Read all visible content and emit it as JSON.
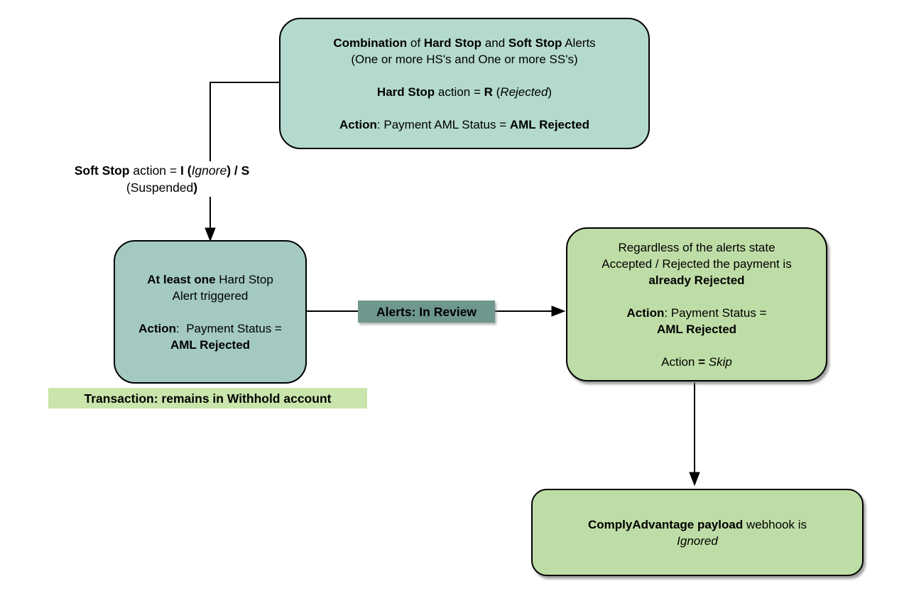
{
  "diagram": {
    "colors": {
      "background": "#ffffff",
      "node_teal_light": "#b4d9cf",
      "node_teal_mid": "#a3c9c1",
      "node_green": "#bedda6",
      "label_green": "#c9e5ab",
      "label_dark_teal": "#6e978e",
      "stroke": "#000000"
    },
    "nodes": {
      "combination": {
        "line1": [
          "Combination",
          " of ",
          "Hard Stop",
          " and ",
          "Soft Stop",
          " Alerts"
        ],
        "line2": "(One or more HS's and One or more SS's)",
        "line3": [
          "Hard Stop",
          " action = ",
          "R",
          " (",
          "Rejected",
          ")"
        ],
        "line4": [
          "Action",
          ": Payment AML Status = ",
          "AML Rejected"
        ]
      },
      "hardstop": {
        "line1": [
          "At least one",
          " Hard Stop"
        ],
        "line2": "Alert triggered",
        "line3": [
          "Action",
          ":  Payment Status ="
        ],
        "line4": "AML Rejected"
      },
      "regardless": {
        "line1": "Regardless of the alerts state",
        "line2": "Accepted / Rejected the payment is",
        "line3": "already Rejected",
        "line4": [
          "Action",
          ": Payment Status ="
        ],
        "line5": "AML Rejected",
        "line6": [
          "Action ",
          "= ",
          "Skip"
        ]
      },
      "webhook": {
        "line1": [
          "ComplyAdvantage payload",
          " webhook is"
        ],
        "line2": "Ignored"
      }
    },
    "labels": {
      "softstop": {
        "line1": [
          "Soft Stop",
          " action = ",
          "I (",
          "Ignore",
          ") / S"
        ],
        "line2": [
          "(Suspended",
          ")"
        ]
      },
      "alerts_in_review": "Alerts: In Review",
      "transaction": "Transaction: remains in Withhold account"
    }
  }
}
